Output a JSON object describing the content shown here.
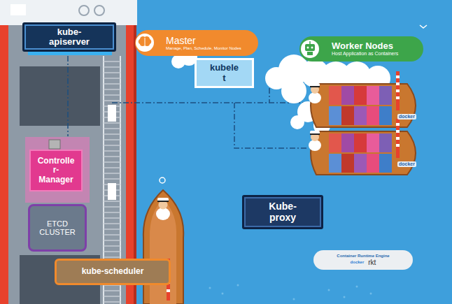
{
  "diagram": {
    "nodes": [
      {
        "text": [
          "kube- apiserver"
        ]
      },
      {
        "text": [
          "Master",
          "Manage, Plan, Schedule, Monitor Nodes"
        ]
      },
      {
        "text": [
          "kubele t"
        ]
      },
      {
        "text": [
          "Worker Nodes",
          "Host Application as Containers"
        ]
      },
      {
        "text": [
          "Controlle r- Manager"
        ]
      },
      {
        "text": [
          "ETCD CLUSTER"
        ]
      },
      {
        "text": [
          "kube-scheduler"
        ]
      },
      {
        "text": [
          "Kube- proxy"
        ]
      },
      {
        "text": [
          "Container Runtime Engine",
          "docker",
          "rkt"
        ]
      }
    ],
    "labels": [
      "docker",
      "docker"
    ]
  }
}
